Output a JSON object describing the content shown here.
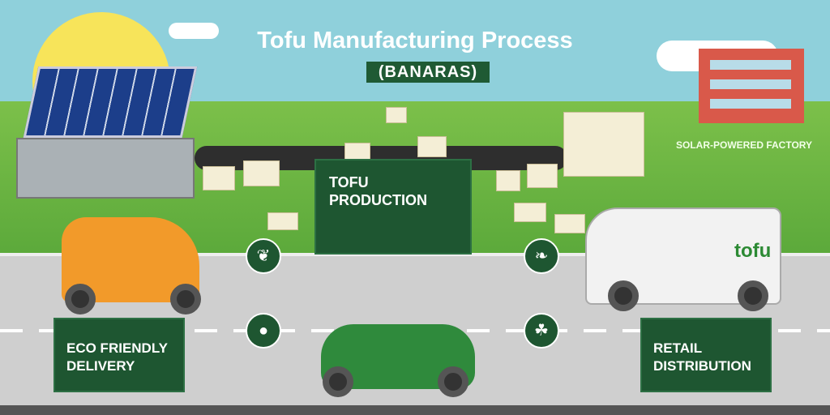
{
  "header": {
    "title": "Tofu Manufacturing Process",
    "subtitle": "(BANARAS)"
  },
  "labels": {
    "production": "TOFU PRODUCTION",
    "factory": "SOLAR-POWERED FACTORY",
    "eco_delivery": "ECO FRIENDLY DELIVERY",
    "retail": "RETAIL DISTRIBUTION",
    "van_brand": "tofu"
  },
  "icons": [
    "leaf-icon",
    "soy-icon",
    "seedling-icon",
    "sprout-icon"
  ],
  "colors": {
    "brand_green": "#1e5631",
    "sky": "#8fd0db",
    "grass": "#6db33f",
    "road": "#cfcfcf"
  }
}
